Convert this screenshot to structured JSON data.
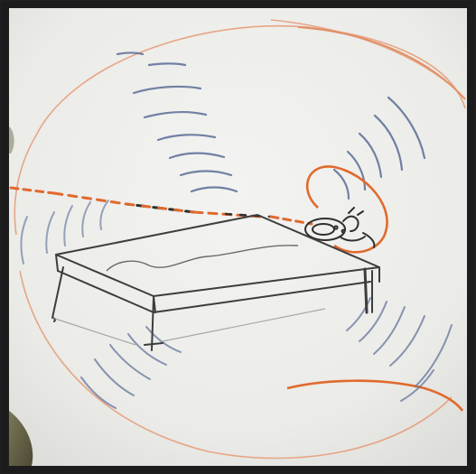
{
  "image": {
    "kind": "photo-of-pen-sketch",
    "palette": {
      "frame": "#202020",
      "paper": "#eeeeeb",
      "paper_shadow": "#d9dad8",
      "orange_ink": "#e06a2e",
      "blue_ink": "#5b6d96",
      "black_ink": "#2f2f2f",
      "table_edge": "#3d3d3d",
      "fabric": "#6e6a4f"
    },
    "elements": [
      "orange-circle",
      "blue-sound-arcs",
      "orange-dashed-line",
      "table-outline",
      "person-head-doodle",
      "fabric-corner"
    ]
  }
}
